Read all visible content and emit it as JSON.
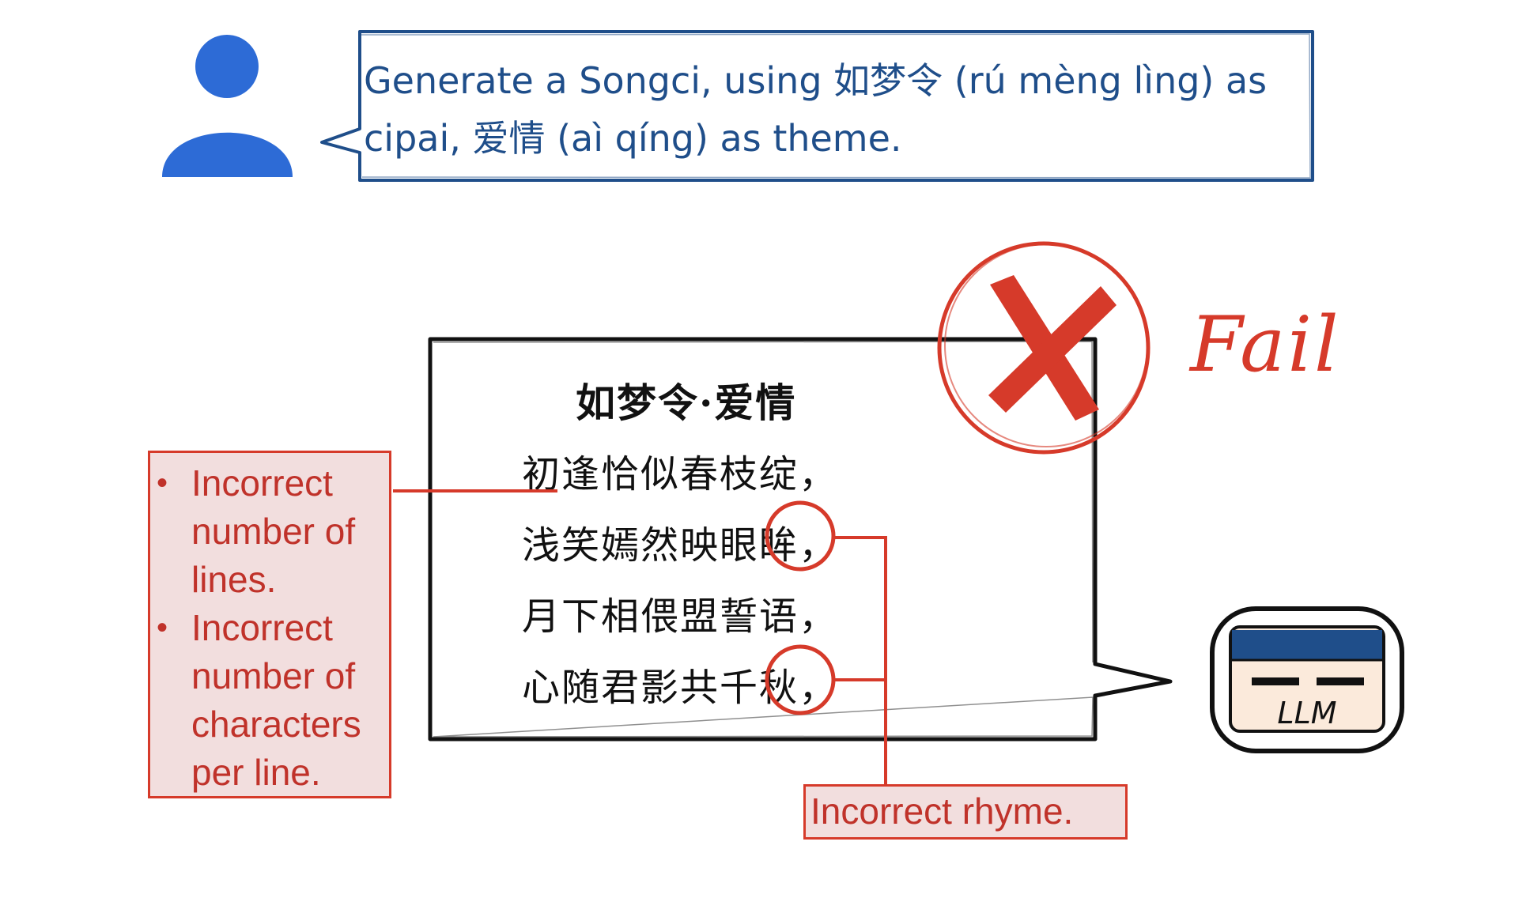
{
  "prompt": {
    "line1": "Generate a Songci, using 如梦令 (rú mèng lìng) as",
    "line2": "cipai, 爱情 (aì qíng) as theme."
  },
  "poem": {
    "title": "如梦令·爱情",
    "lines": [
      "初逢恰似春枝绽，",
      "浅笑嫣然映眼眸，",
      "月下相偎盟誓语，",
      "心随君影共千秋，"
    ]
  },
  "result": {
    "label": "Fail"
  },
  "errors": {
    "structure": [
      "Incorrect number of lines.",
      "Incorrect number of characters per line."
    ],
    "rhyme": "Incorrect rhyme."
  },
  "model": {
    "label": "LLM"
  },
  "colors": {
    "prompt_blue": "#1f4e8a",
    "avatar_blue": "#2d6bd6",
    "error_red": "#d63a2a",
    "error_fill": "#f2dede"
  }
}
